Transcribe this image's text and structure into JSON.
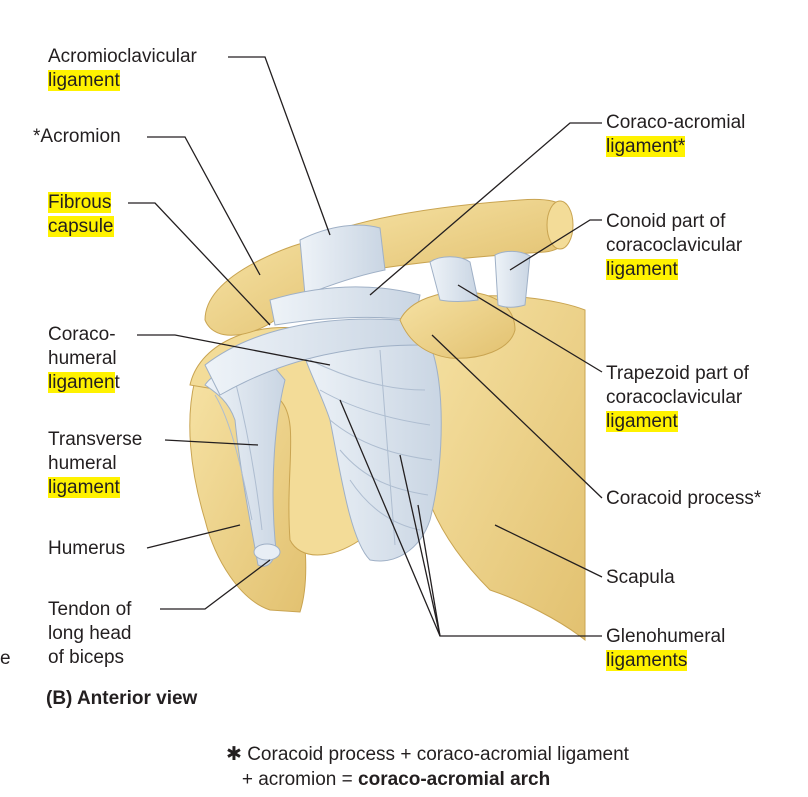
{
  "labels": {
    "acromioclavicular": "Acromioclavicular",
    "ligament": "ligament",
    "acromion": "*Acromion",
    "fibrous": "Fibrous",
    "capsule": "capsule",
    "coraco": "Coraco-",
    "humeral": "humeral",
    "ligamen": "ligamen",
    "t": "t",
    "transverse": "Transverse",
    "humerus": "Humerus",
    "tendon_of": "Tendon of",
    "long_head": "long head",
    "of_biceps": "of biceps",
    "coraco_acromial": "Coraco-acromial",
    "ligament_star": "ligament*",
    "conoid": "Conoid part of",
    "coracoclavicular": "coracoclavicular",
    "trapezoid": "Trapezoid part of",
    "coracoid_process": "Coracoid process*",
    "scapula": "Scapula",
    "glenohumeral": "Glenohumeral",
    "ligaments": "ligaments",
    "stray_e": "e"
  },
  "caption": "(B) Anterior view",
  "footnote": {
    "star": "✱",
    "line1": "Coracoid process + coraco-acromial ligament",
    "line2_pre": "+ acromion = ",
    "line2_bold": "coraco-acromial arch"
  },
  "colors": {
    "bone": "#f0d488",
    "bone_shade": "#d9b65a",
    "ligament": "#dde6f0",
    "ligament_shade": "#b9c7d8",
    "highlight": "#fff200",
    "leader": "#231f20"
  }
}
